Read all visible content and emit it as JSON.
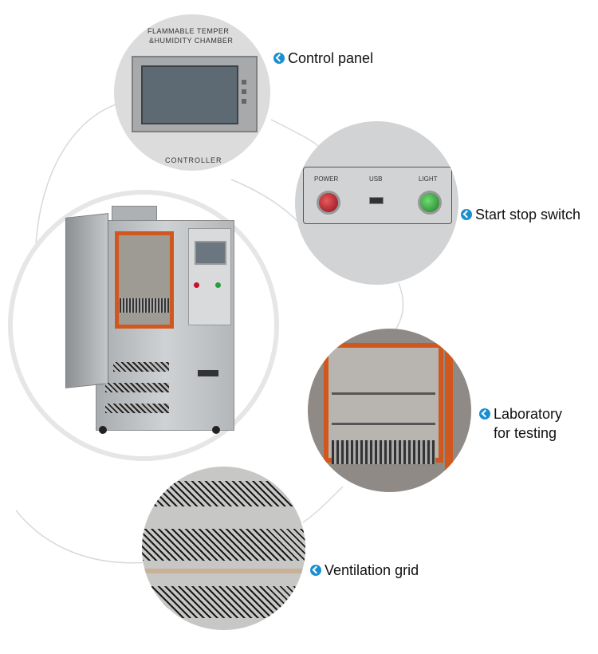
{
  "colors": {
    "bullet": "#1a8fd0",
    "steel": "#b9bcbf",
    "lining": "#d0581f",
    "power": "#c8102e",
    "light": "#2a9d3a"
  },
  "panel_text": {
    "chamber_line1": "FLAMMABLE TEMPER",
    "chamber_line2": "&HUMIDITY CHAMBER",
    "controller": "CONTROLLER"
  },
  "switch_text": {
    "power": "POWER",
    "usb": "USB",
    "light": "LIGHT"
  },
  "callouts": [
    {
      "label": "Control panel",
      "icon": "check-circle-icon"
    },
    {
      "label": "Start stop switch",
      "icon": "check-circle-icon"
    },
    {
      "label": "Laboratory\nfor testing",
      "icon": "check-circle-icon"
    },
    {
      "label": "Ventilation grid",
      "icon": "check-circle-icon"
    }
  ]
}
